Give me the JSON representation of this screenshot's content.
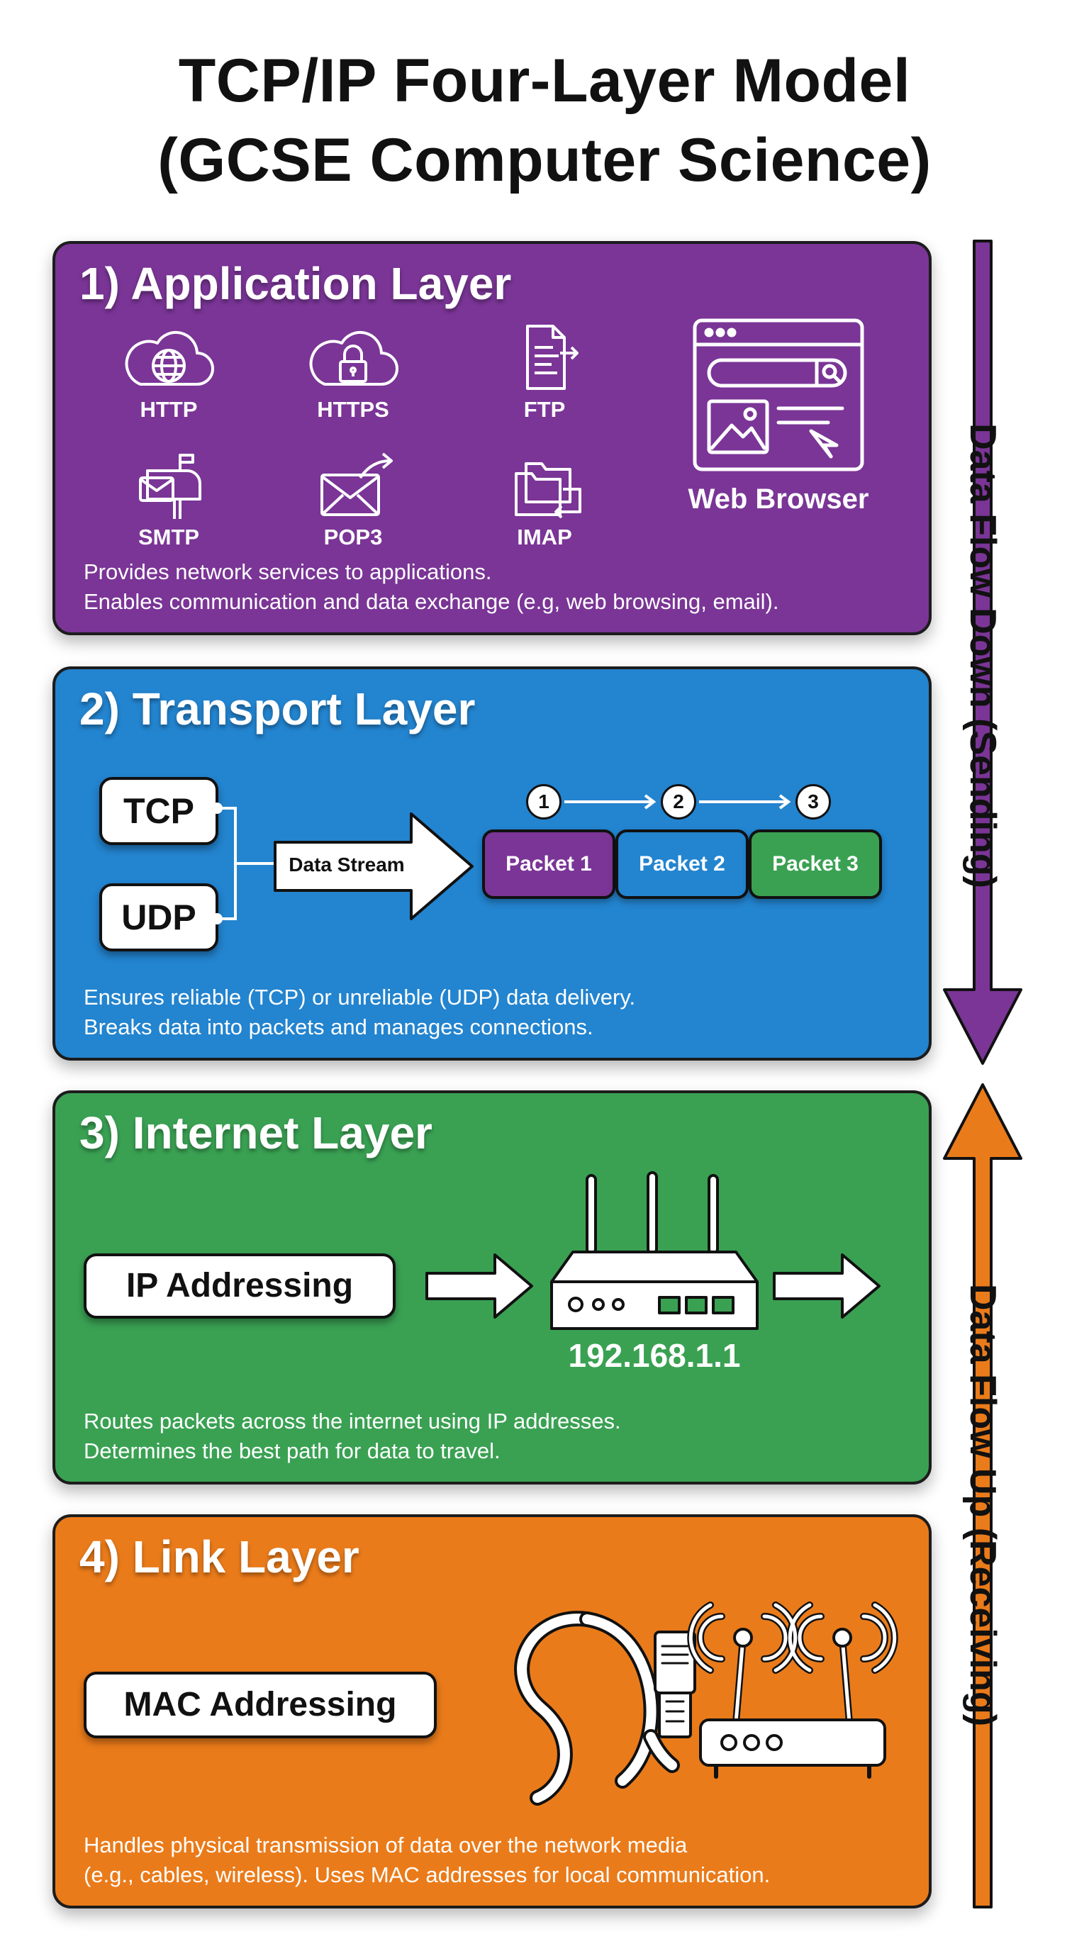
{
  "title_line1": "TCP/IP Four-Layer Model",
  "title_line2": "(GCSE Computer Science)",
  "colors": {
    "application": "#7a3596",
    "transport": "#2384cf",
    "internet": "#3aa153",
    "link": "#ea7b1a",
    "flow_down": "#7a3596",
    "flow_up": "#ea7b1a"
  },
  "application": {
    "title": "1) Application Layer",
    "protocols": [
      {
        "label": "HTTP",
        "icon": "cloud-globe-icon"
      },
      {
        "label": "HTTPS",
        "icon": "cloud-lock-icon"
      },
      {
        "label": "FTP",
        "icon": "file-transfer-icon"
      },
      {
        "label": "SMTP",
        "icon": "mailbox-icon"
      },
      {
        "label": "POP3",
        "icon": "envelope-send-icon"
      },
      {
        "label": "IMAP",
        "icon": "folders-sync-icon"
      }
    ],
    "browser_label": "Web Browser",
    "desc_line1": "Provides network services to applications.",
    "desc_line2": "Enables communication and data exchange (e.g, web browsing, email)."
  },
  "transport": {
    "title": "2) Transport Layer",
    "tcp": "TCP",
    "udp": "UDP",
    "data_stream": "Data Stream",
    "packets": [
      "Packet 1",
      "Packet 2",
      "Packet 3"
    ],
    "steps": [
      "1",
      "2",
      "3"
    ],
    "desc_line1": "Ensures reliable (TCP) or unreliable (UDP) data delivery.",
    "desc_line2": "Breaks data into packets and manages connections."
  },
  "internet": {
    "title": "3) Internet Layer",
    "ip_addressing": "IP Addressing",
    "router_ip": "192.168.1.1",
    "desc_line1": "Routes packets across the internet using IP addresses.",
    "desc_line2": "Determines the best path for data to travel."
  },
  "link": {
    "title": "4) Link Layer",
    "mac_addressing": "MAC Addressing",
    "desc_line1": "Handles physical transmission of data over the network media",
    "desc_line2": "(e.g., cables, wireless). Uses MAC addresses for local communication."
  },
  "flow_down_label": "Data Flow Down (Sending)",
  "flow_up_label": "Data Flow Up (Receiving)"
}
